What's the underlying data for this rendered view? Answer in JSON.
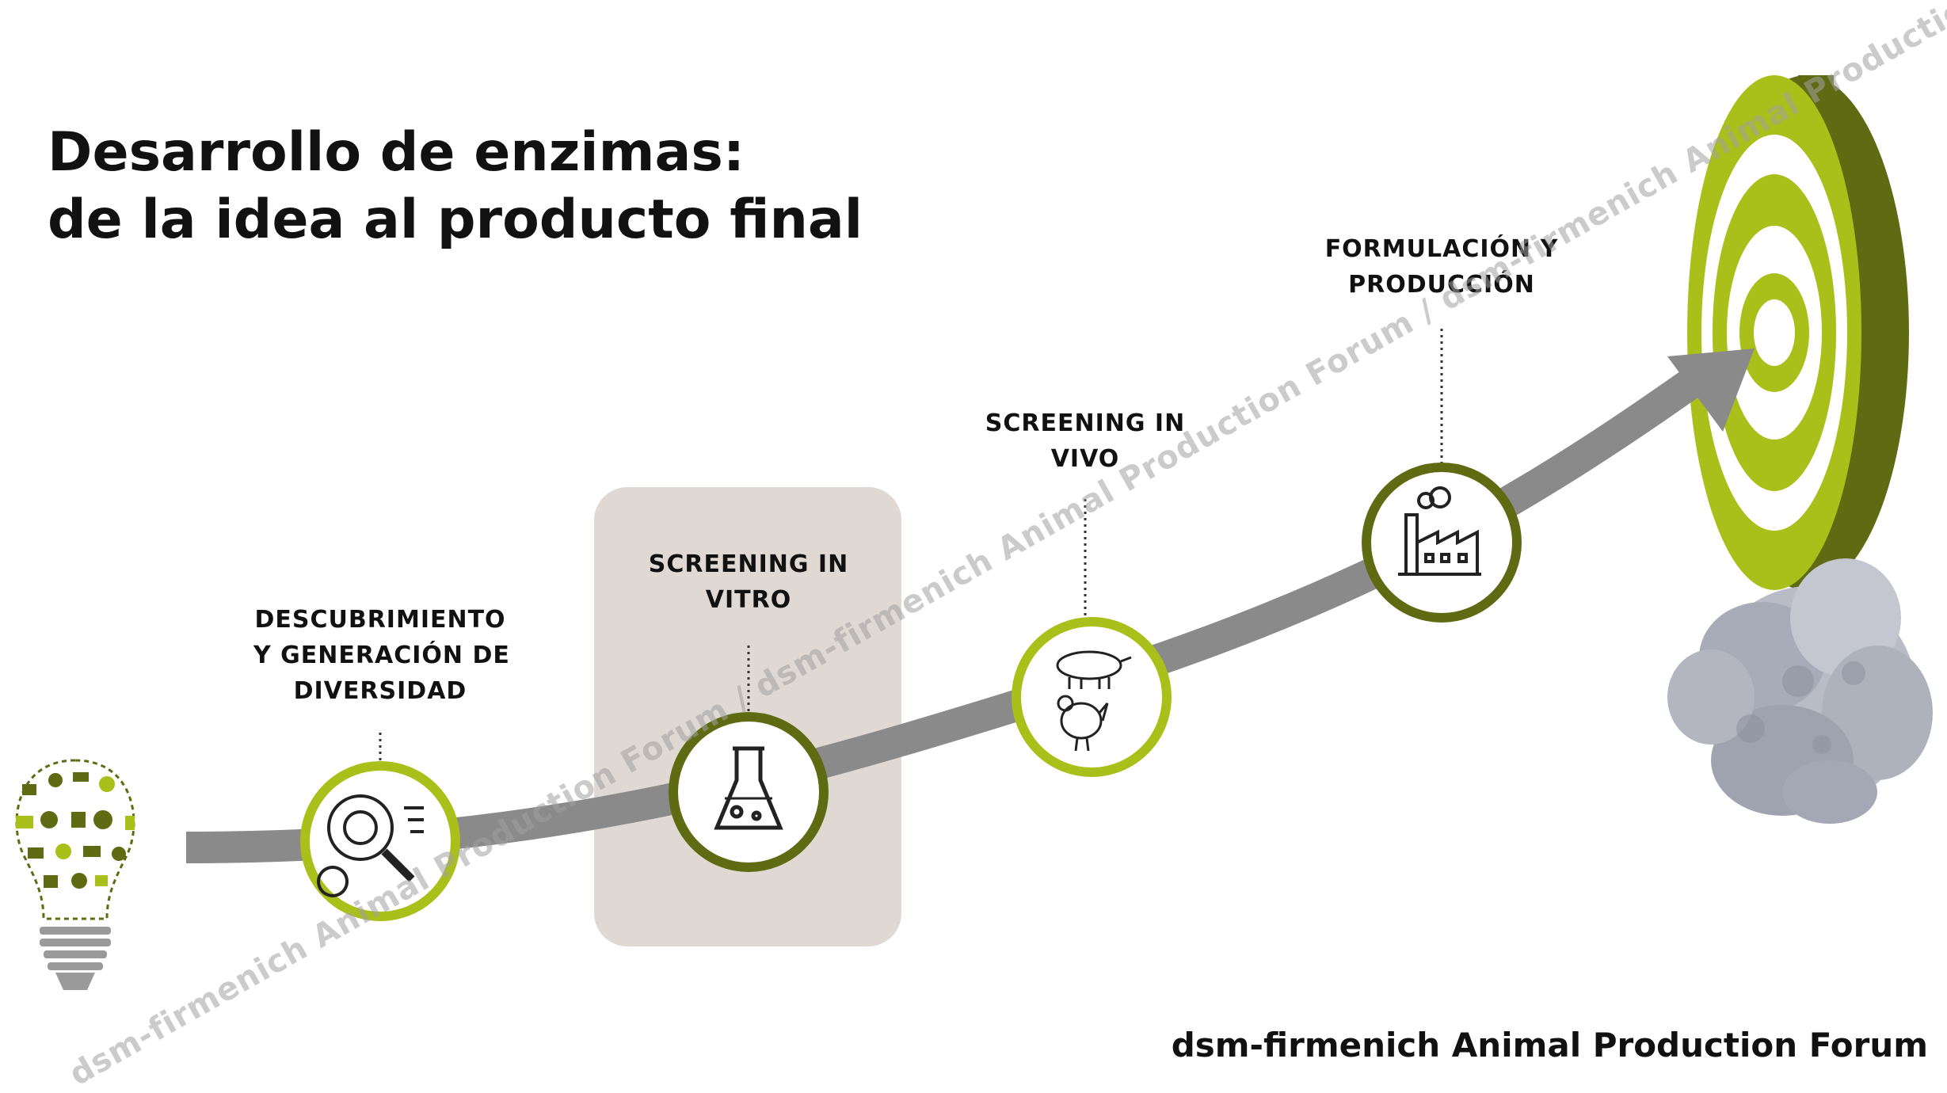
{
  "title": {
    "line1": "Desarrollo de enzimas:",
    "line2": "de la idea al producto final"
  },
  "stages": [
    {
      "line1": "DESCUBRIMIENTO",
      "line2": "Y GENERACIÓN DE",
      "line3": "DIVERSIDAD",
      "icon": "magnifier-virus-icon"
    },
    {
      "line1": "SCREENING IN",
      "line2": "VITRO",
      "icon": "flask-icon"
    },
    {
      "line1": "SCREENING IN",
      "line2": "VIVO",
      "icon": "pig-chicken-icon"
    },
    {
      "line1": "FORMULACIÓN Y",
      "line2": "PRODUCCIÓN",
      "icon": "factory-icon"
    }
  ],
  "footer": "dsm-firmenich Animal Production Forum",
  "watermark": "dsm-firmenich Animal Production Forum / dsm-firmenich Animal Production Forum / dsm-firmenich Animal Production Forum",
  "colors": {
    "olive": "#5e6b12",
    "lime": "#a9c01a",
    "arrow": "#8a8a8a",
    "highlight": "#e0d8d3"
  }
}
